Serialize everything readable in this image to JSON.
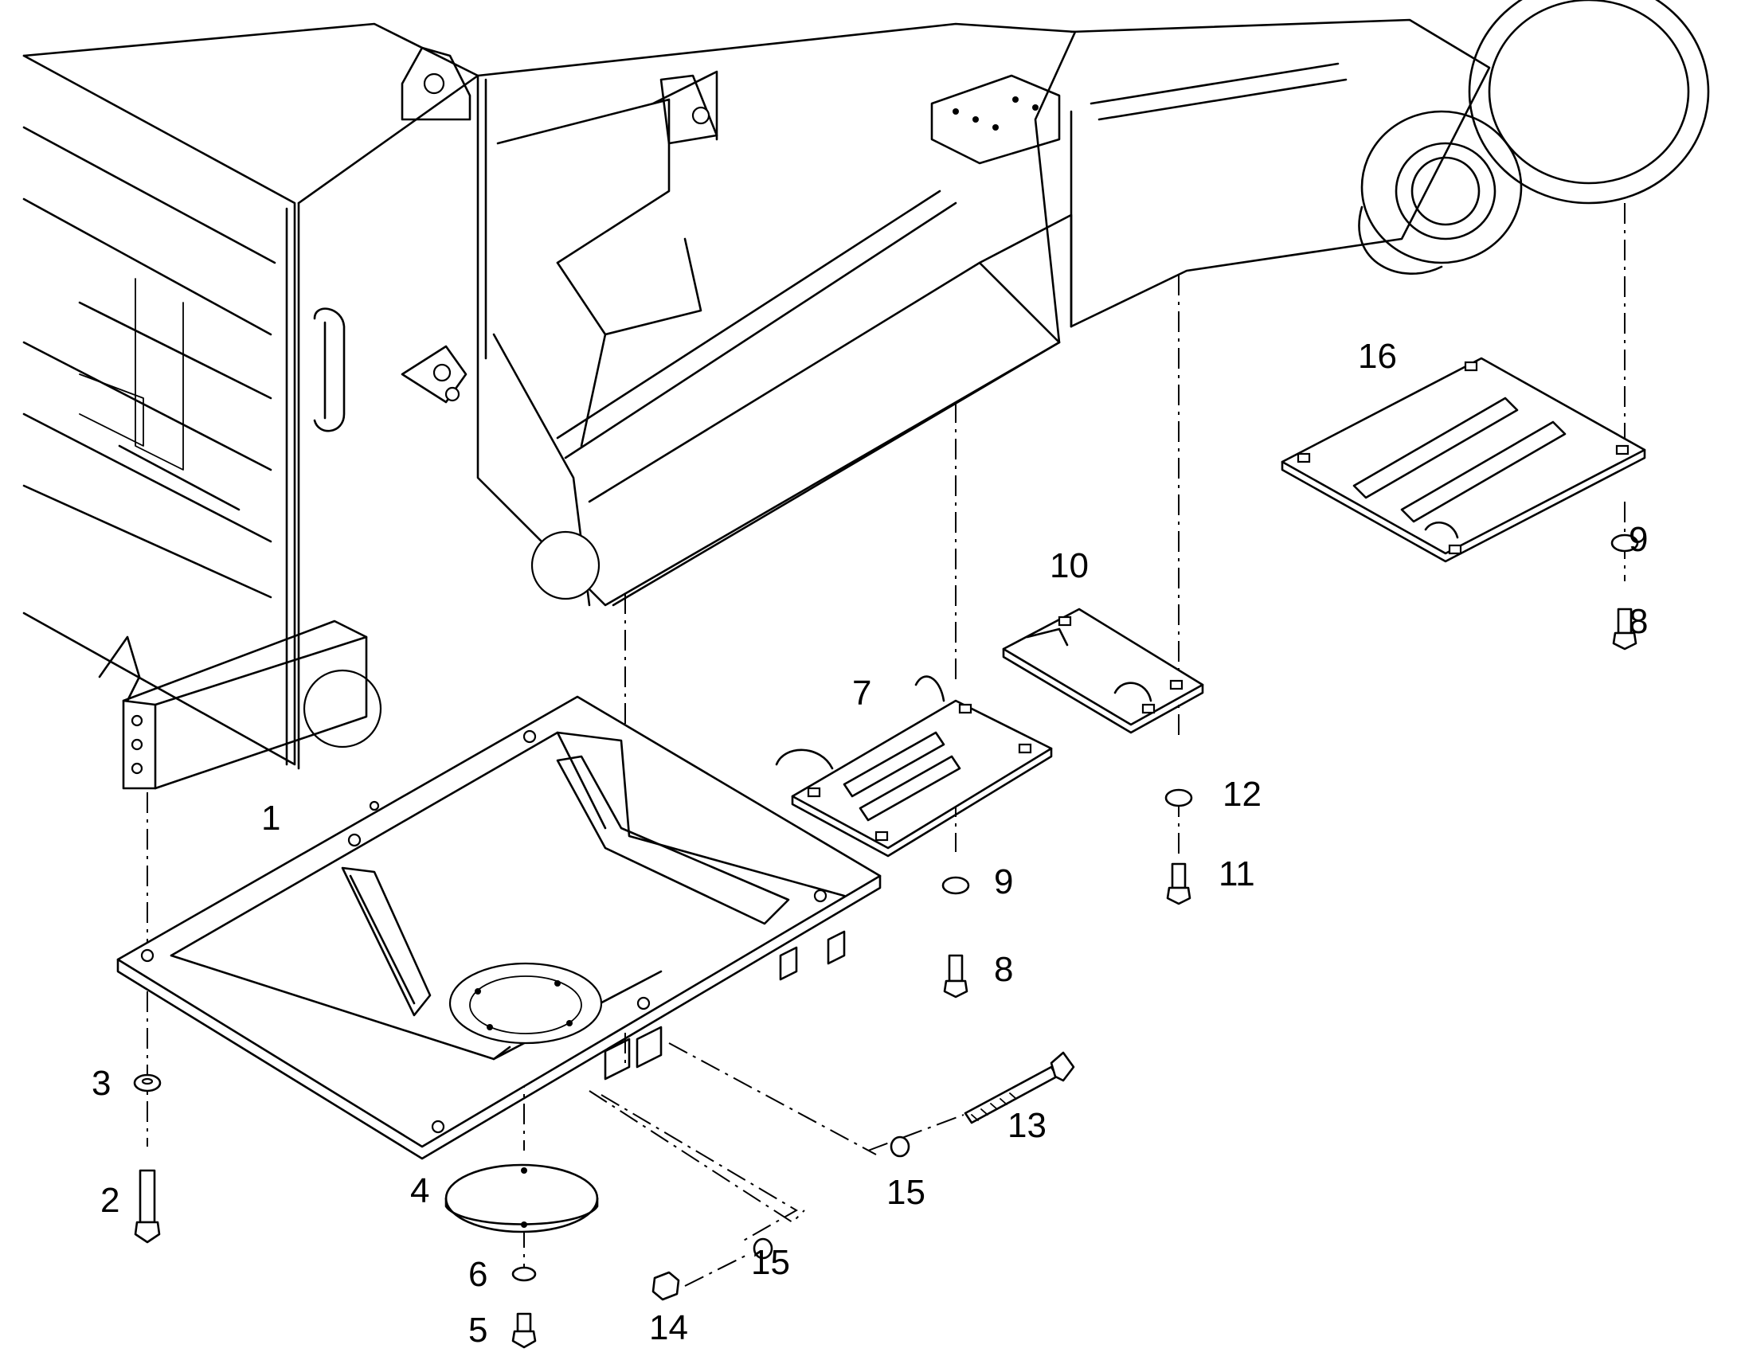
{
  "labels": [
    {
      "id": "p1",
      "text": "1"
    },
    {
      "id": "p2",
      "text": "2"
    },
    {
      "id": "p3",
      "text": "3"
    },
    {
      "id": "p4",
      "text": "4"
    },
    {
      "id": "p5",
      "text": "5"
    },
    {
      "id": "p6",
      "text": "6"
    },
    {
      "id": "p7",
      "text": "7"
    },
    {
      "id": "p8a",
      "text": "8"
    },
    {
      "id": "p8b",
      "text": "8"
    },
    {
      "id": "p9a",
      "text": "9"
    },
    {
      "id": "p9b",
      "text": "9"
    },
    {
      "id": "p10",
      "text": "10"
    },
    {
      "id": "p11",
      "text": "11"
    },
    {
      "id": "p12",
      "text": "12"
    },
    {
      "id": "p13",
      "text": "13"
    },
    {
      "id": "p14",
      "text": "14"
    },
    {
      "id": "p15a",
      "text": "15"
    },
    {
      "id": "p15b",
      "text": "15"
    },
    {
      "id": "p16",
      "text": "16"
    }
  ]
}
